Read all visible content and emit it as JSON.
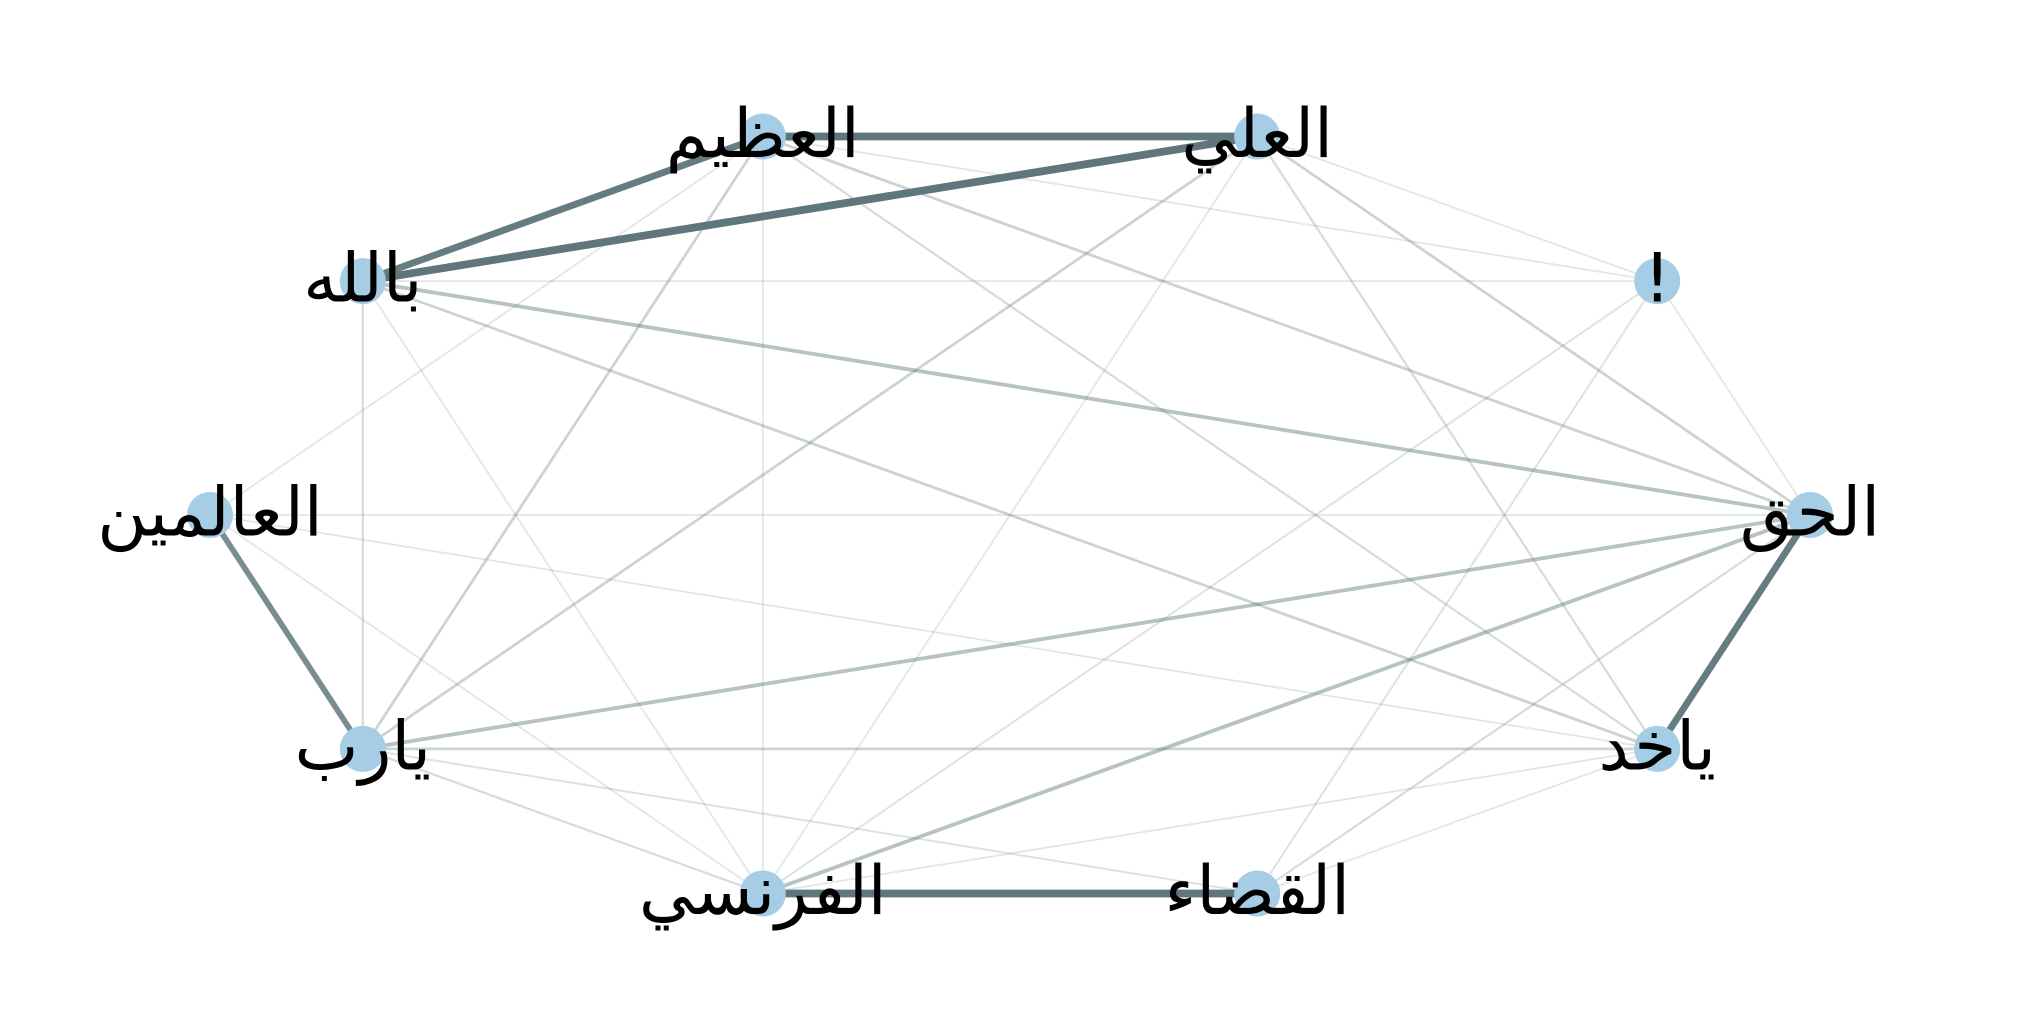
{
  "colors": {
    "background": "#ffffff",
    "node_fill": "#a6cde6",
    "edge_stroke": "#5f777c",
    "label_text": "#000000"
  },
  "graph": {
    "layout": "circular",
    "nodes": [
      {
        "id": "n0",
        "label": "الحق"
      },
      {
        "id": "n1",
        "label": "!"
      },
      {
        "id": "n2",
        "label": "العلي"
      },
      {
        "id": "n3",
        "label": "العظيم"
      },
      {
        "id": "n4",
        "label": "بالله"
      },
      {
        "id": "n5",
        "label": "العالمين"
      },
      {
        "id": "n6",
        "label": "يارب"
      },
      {
        "id": "n7",
        "label": "الفرنسي"
      },
      {
        "id": "n8",
        "label": "القضاء"
      },
      {
        "id": "n9",
        "label": "ياخد"
      }
    ],
    "edges": [
      {
        "source": "n3",
        "target": "n2",
        "weight": 7
      },
      {
        "source": "n4",
        "target": "n2",
        "weight": 7
      },
      {
        "source": "n4",
        "target": "n3",
        "weight": 6
      },
      {
        "source": "n7",
        "target": "n8",
        "weight": 7
      },
      {
        "source": "n0",
        "target": "n9",
        "weight": 6
      },
      {
        "source": "n5",
        "target": "n6",
        "weight": 5
      },
      {
        "source": "n4",
        "target": "n0",
        "weight": 3
      },
      {
        "source": "n6",
        "target": "n0",
        "weight": 3
      },
      {
        "source": "n7",
        "target": "n0",
        "weight": 3
      },
      {
        "source": "n3",
        "target": "n0",
        "weight": 2
      },
      {
        "source": "n4",
        "target": "n9",
        "weight": 2
      },
      {
        "source": "n3",
        "target": "n6",
        "weight": 2
      },
      {
        "source": "n2",
        "target": "n0",
        "weight": 2
      },
      {
        "source": "n6",
        "target": "n9",
        "weight": 2
      },
      {
        "source": "n2",
        "target": "n6",
        "weight": 2
      },
      {
        "source": "n4",
        "target": "n6",
        "weight": 1.5
      },
      {
        "source": "n0",
        "target": "n8",
        "weight": 1.5
      },
      {
        "source": "n6",
        "target": "n7",
        "weight": 1.5
      },
      {
        "source": "n2",
        "target": "n9",
        "weight": 1.5
      },
      {
        "source": "n3",
        "target": "n9",
        "weight": 1.5
      },
      {
        "source": "n6",
        "target": "n8",
        "weight": 1.2
      },
      {
        "source": "n1",
        "target": "n7",
        "weight": 1.2
      },
      {
        "source": "n1",
        "target": "n8",
        "weight": 1.2
      },
      {
        "source": "n1",
        "target": "n0",
        "weight": 1
      },
      {
        "source": "n2",
        "target": "n7",
        "weight": 1
      },
      {
        "source": "n5",
        "target": "n3",
        "weight": 1
      },
      {
        "source": "n4",
        "target": "n7",
        "weight": 1
      },
      {
        "source": "n5",
        "target": "n7",
        "weight": 1
      },
      {
        "source": "n5",
        "target": "n9",
        "weight": 1
      },
      {
        "source": "n1",
        "target": "n3",
        "weight": 1
      },
      {
        "source": "n1",
        "target": "n2",
        "weight": 1
      },
      {
        "source": "n4",
        "target": "n1",
        "weight": 1
      },
      {
        "source": "n5",
        "target": "n0",
        "weight": 1
      },
      {
        "source": "n3",
        "target": "n7",
        "weight": 1
      },
      {
        "source": "n7",
        "target": "n9",
        "weight": 1
      },
      {
        "source": "n9",
        "target": "n8",
        "weight": 1
      }
    ]
  }
}
